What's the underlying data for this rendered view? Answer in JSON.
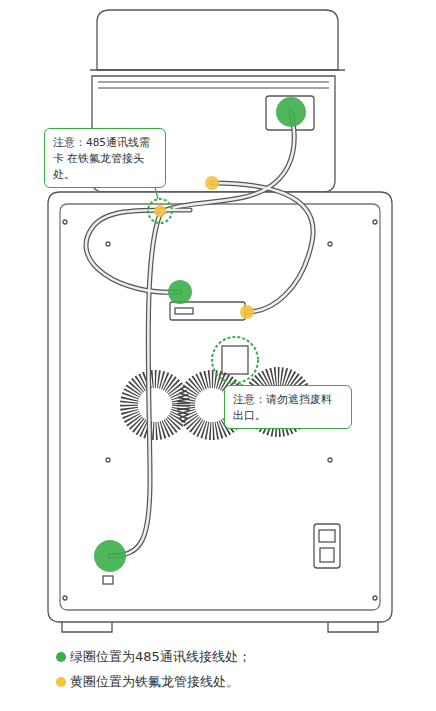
{
  "diagram": {
    "nodes": [
      {
        "text": [
          "注意：485通讯线需卡 在铁氟龙管接头处。"
        ]
      },
      {
        "text": [
          "注意：请勿遮挡废料 出口。"
        ]
      }
    ],
    "legend": [
      {
        "text": "绿圈位置为485通讯线接线处；",
        "color": "#3cae49"
      },
      {
        "text": "黄圈位置为铁氟龙管接线处。",
        "color": "#f4c23b"
      }
    ]
  }
}
